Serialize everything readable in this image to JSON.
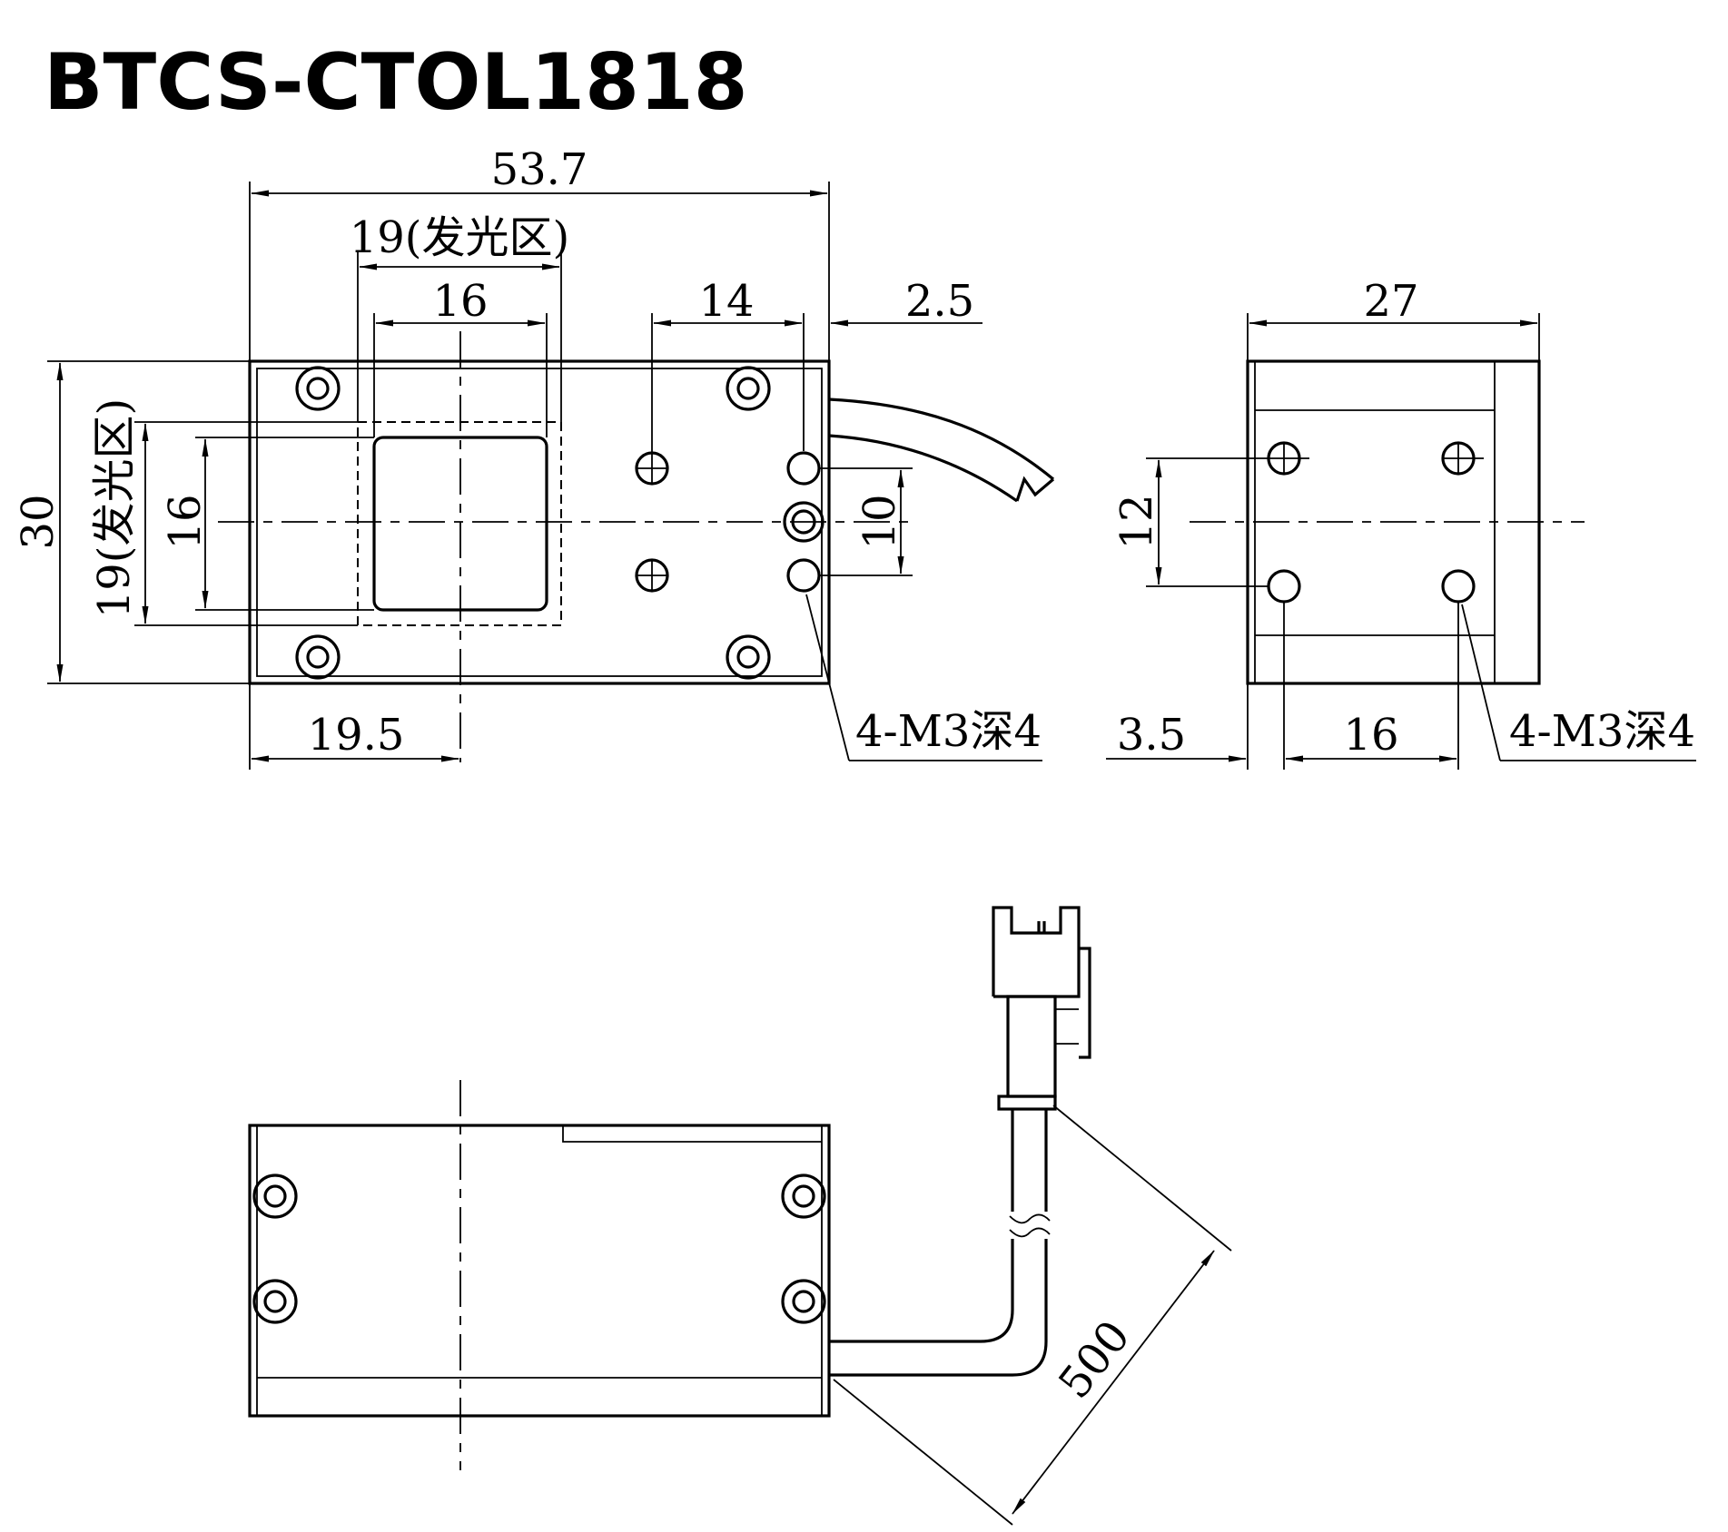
{
  "title": "BTCS-CTOL1818",
  "dimensions": {
    "overall_length": "53.7",
    "emitting_area_width": "19(发光区)",
    "window_width": "16",
    "hole_spacing_x": "14",
    "cable_offset": "2.5",
    "overall_height": "30",
    "emitting_area_height": "19(发光区)",
    "window_height": "16",
    "hole_spacing_y": "10",
    "center_offset": "19.5",
    "thread_note_front": "4-M3深4",
    "side_width": "27",
    "side_hole_spacing_y": "12",
    "side_offset": "3.5",
    "side_hole_spacing_x": "16",
    "thread_note_side": "4-M3深4",
    "cable_length": "500"
  }
}
